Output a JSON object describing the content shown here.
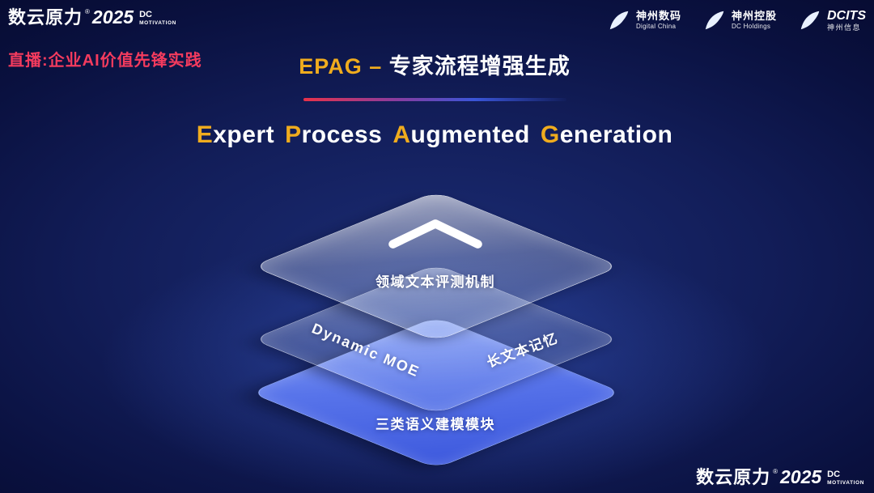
{
  "brand": {
    "name": "数云原力",
    "reg": "®",
    "year": "2025",
    "dc": "DC",
    "motivation": "MOTIVATION"
  },
  "header": {
    "live_label": "直播:企业AI价值先锋实践",
    "heading": {
      "epag": "EPAG",
      "dash": " – ",
      "chinese": "专家流程增强生成"
    },
    "partners": [
      {
        "name": "神州数码",
        "sub": "Digital China"
      },
      {
        "name": "神州控股",
        "sub": "DC Holdings"
      },
      {
        "name": "DCITS",
        "sub": "神州信息"
      }
    ]
  },
  "title": {
    "words": [
      {
        "initial": "E",
        "rest": "xpert"
      },
      {
        "initial": "P",
        "rest": "rocess"
      },
      {
        "initial": "A",
        "rest": "ugmented"
      },
      {
        "initial": "G",
        "rest": "eneration"
      }
    ]
  },
  "diagram": {
    "top_layer_label": "领域文本评测机制",
    "middle_layer_labels": [
      "Dynamic MOE",
      "长文本记忆"
    ],
    "bottom_layer_label": "三类语义建模模块",
    "icons": [
      "chevron-up-icon"
    ]
  },
  "colors": {
    "gold": "#f0ac1e",
    "live_red": "#f43b5e",
    "bottom_layer_blue": "#4a66e4",
    "background_navy": "#0a1140"
  }
}
